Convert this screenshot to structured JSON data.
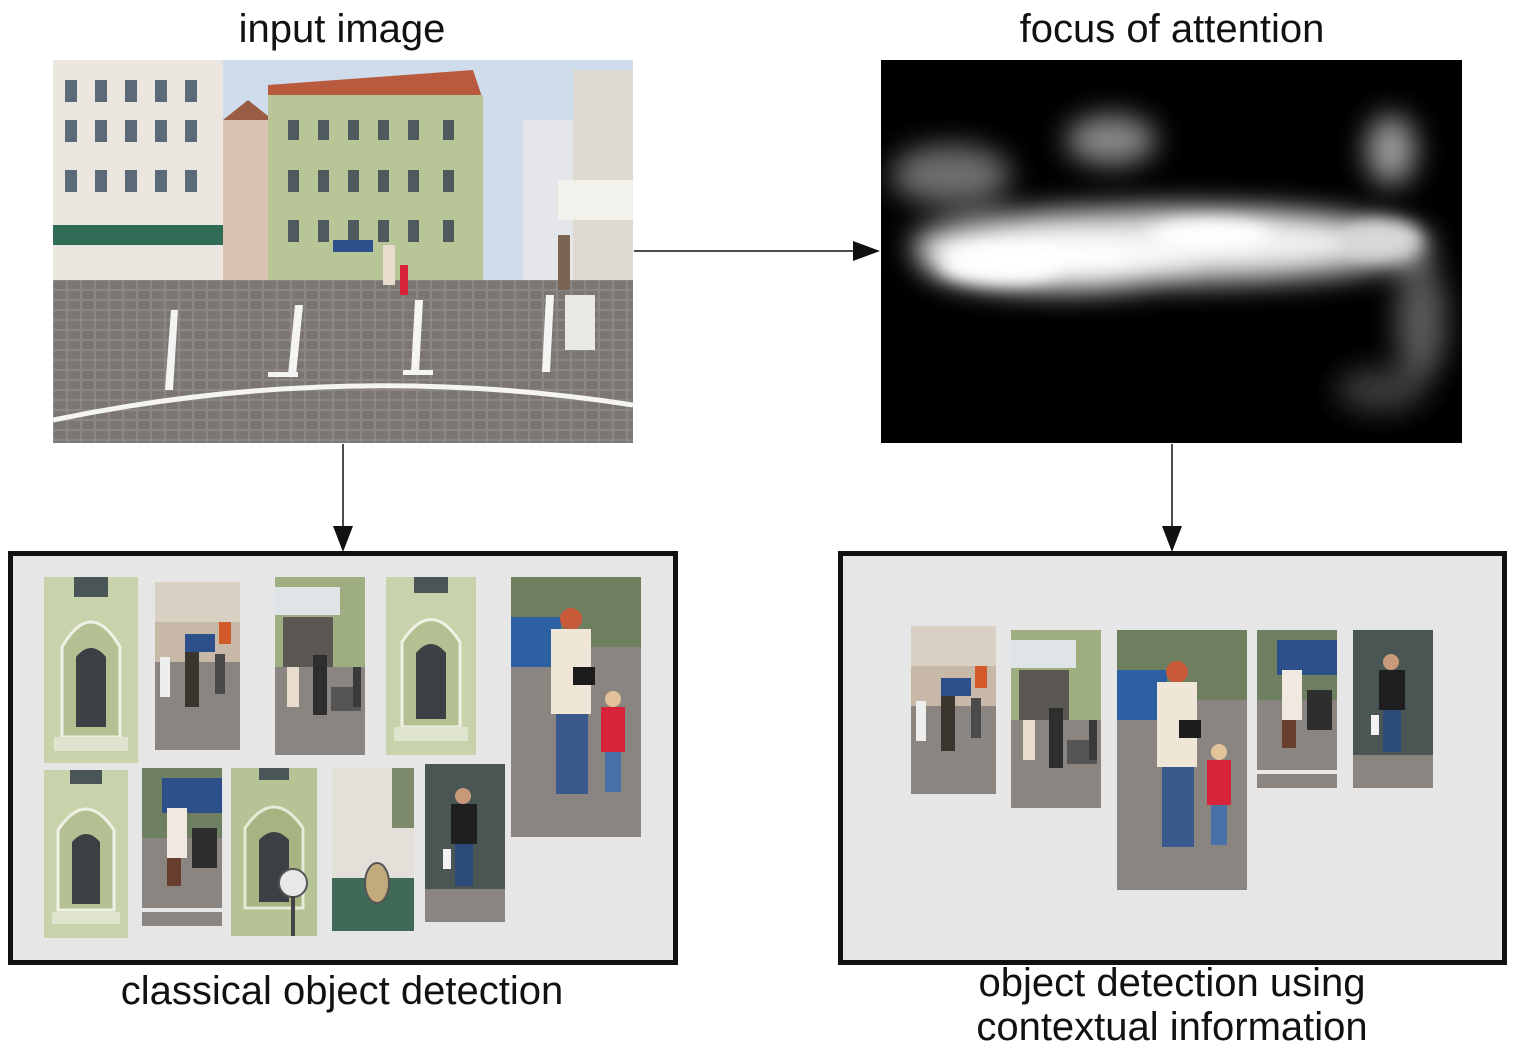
{
  "labels": {
    "input_image": "input image",
    "focus_of_attention": "focus of attention",
    "classical": "classical object detection",
    "contextual_line1": "object detection using",
    "contextual_line2": "contextual information"
  },
  "colors": {
    "facade_green": "#b9c59a",
    "cobblestone": "#8a8580",
    "sky": "#c9d9ea",
    "panel_bg": "#e6e6e6",
    "border": "#111111",
    "red_jacket": "#d8243a",
    "blue_jeans": "#3a5a8e"
  },
  "icons": {
    "input_photo": "street-scene-photo",
    "attention_map": "attention-heatmap",
    "crop_types": [
      "window-crop-icon",
      "street-crowd-crop-icon",
      "pedestrian-crop-icon",
      "mother-child-crop-icon"
    ]
  }
}
